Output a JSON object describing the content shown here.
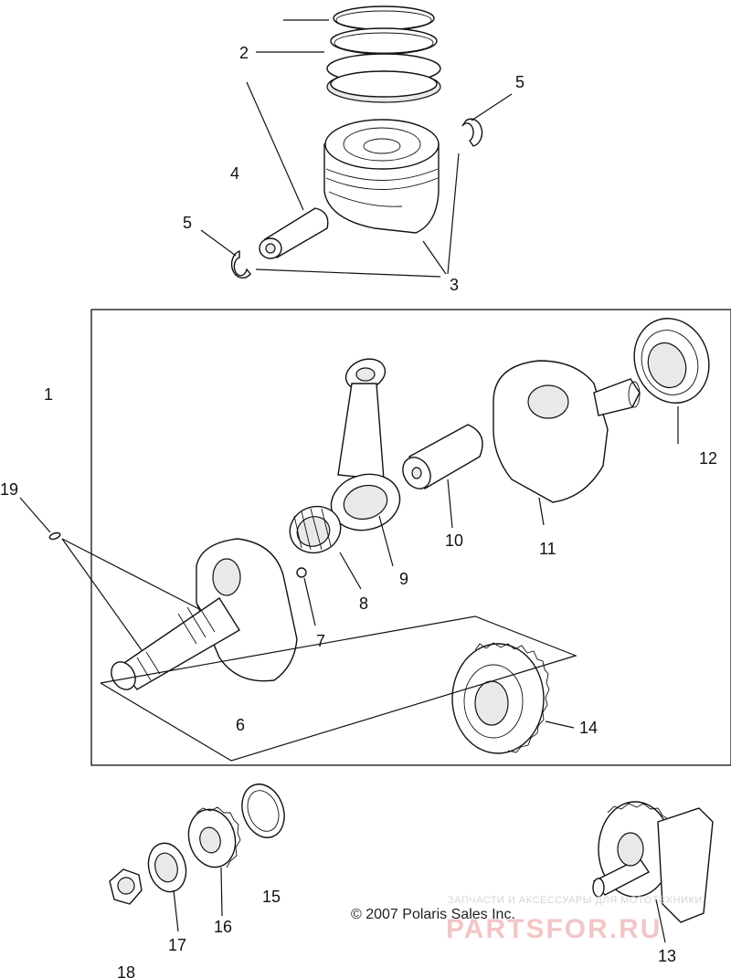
{
  "callouts": {
    "c1": "1",
    "c2": "2",
    "c3": "3",
    "c4": "4",
    "c5a": "5",
    "c5b": "5",
    "c6": "6",
    "c7": "7",
    "c8": "8",
    "c9": "9",
    "c10": "10",
    "c11": "11",
    "c12": "12",
    "c13": "13",
    "c14": "14",
    "c15": "15",
    "c16": "16",
    "c17": "17",
    "c18": "18",
    "c19": "19"
  },
  "copyright": "© 2007 Polaris Sales Inc.",
  "watermark": {
    "top_text": "ЗАПЧАСТИ И АКСЕССУАРЫ ДЛЯ МОТОТЕХНИКИ",
    "logo_text": "PARTSFOR.RU",
    "logo_color": "#e05050"
  },
  "colors": {
    "line": "#111111",
    "background": "#ffffff"
  }
}
